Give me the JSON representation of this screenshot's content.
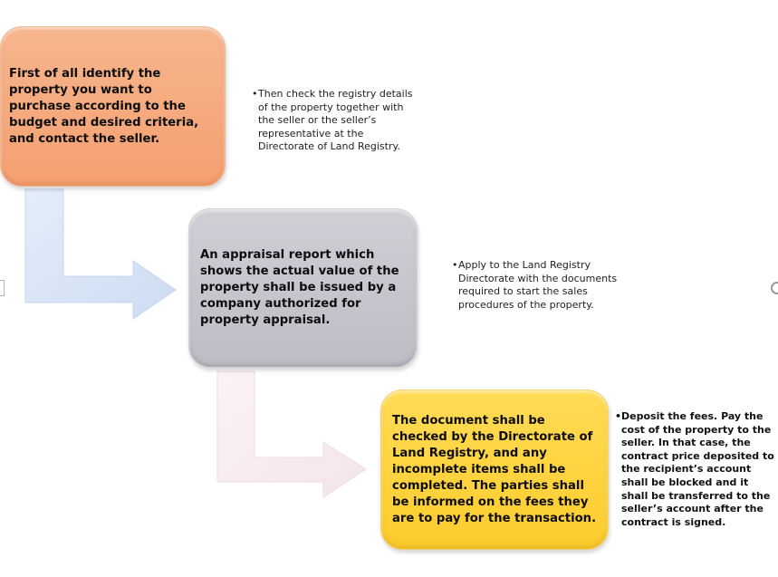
{
  "steps": [
    {
      "text": "First of all identify the property you want to purchase according to the budget and desired criteria, and contact the seller.",
      "color": "#f6a878"
    },
    {
      "text": "An appraisal report which shows the actual value of the property shall be issued by a company authorized for property appraisal.",
      "color": "#c5c5cc"
    },
    {
      "text": "The document shall be checked by the Directorate of Land Registry, and any incomplete items shall be completed. The parties shall be informed on the fees they are to pay for the transaction.",
      "color": "#fdd33e"
    }
  ],
  "notes": [
    "Then check the registry details of the property together with the seller or the seller’s representative at the Directorate of Land Registry.",
    "Apply to the Land Registry Directorate with the documents required to start the sales procedures of the property.",
    "Deposit the fees. Pay the cost of the property to the seller. In that case, the contract price deposited to the recipient’s account shall be blocked and it shall be transferred to the seller’s account after the contract is signed."
  ],
  "bullet": "•",
  "arrow_colors": [
    "#d5e3f6",
    "#f9eef2"
  ]
}
